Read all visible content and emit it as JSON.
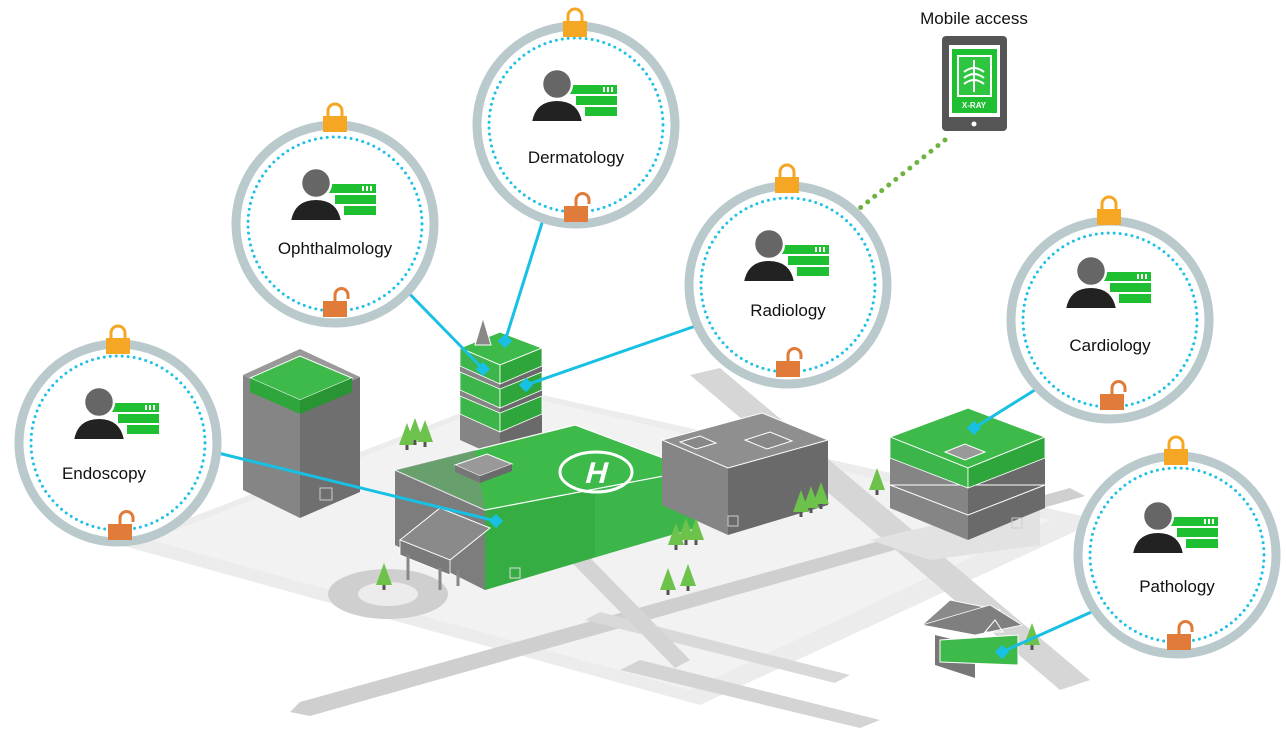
{
  "mobile": {
    "title": "Mobile access",
    "screen_text": "X-RAY"
  },
  "departments": [
    {
      "id": "ophthalmology",
      "label": "Ophthalmology"
    },
    {
      "id": "dermatology",
      "label": "Dermatology"
    },
    {
      "id": "radiology",
      "label": "Radiology"
    },
    {
      "id": "cardiology",
      "label": "Cardiology"
    },
    {
      "id": "endoscopy",
      "label": "Endoscopy"
    },
    {
      "id": "pathology",
      "label": "Pathology"
    }
  ],
  "colors": {
    "ring": "#b9c9cc",
    "dots": "#1ec0e6",
    "link": "#18c0e4",
    "mobile_link": "#6db33f",
    "lock_closed": "#f5a623",
    "lock_open": "#e07b39",
    "server_green": "#1fbf32",
    "building_green": "#3dba4a",
    "building_gray": "#777777",
    "ground": "#e9e9e9",
    "road": "#c9c9c9"
  },
  "icons": [
    "lock-closed-icon",
    "lock-open-icon",
    "user-icon",
    "server-icon",
    "tablet-icon",
    "xray-icon",
    "helipad-icon",
    "tree-icon"
  ]
}
